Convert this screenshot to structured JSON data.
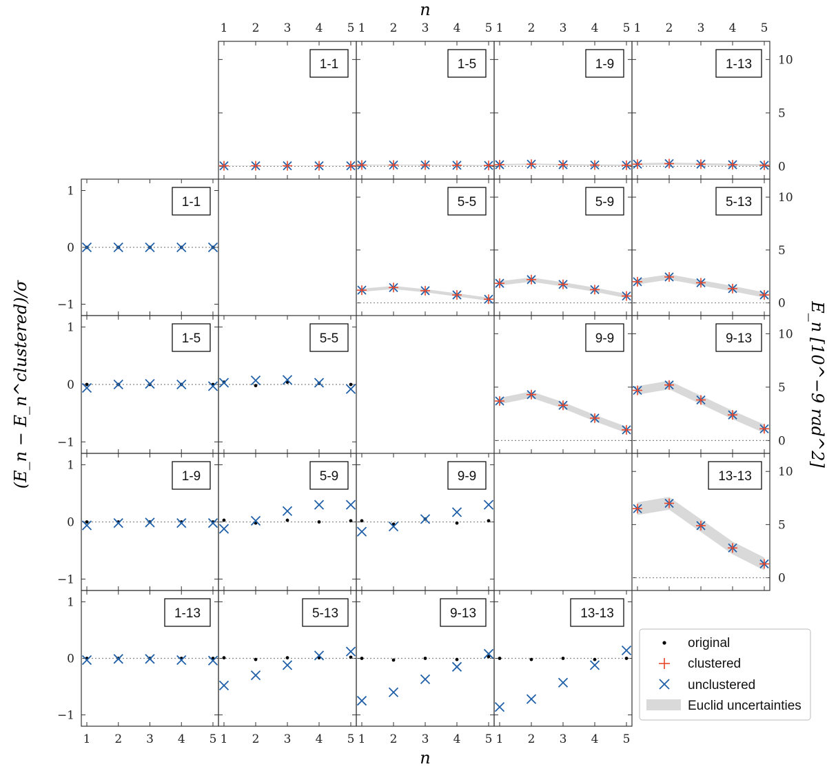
{
  "chart_data": {
    "type": "scatter",
    "x_label": "n",
    "x_ticks": [
      "1",
      "2",
      "3",
      "4",
      "5"
    ],
    "left_ylabel": "(E_n − E_n^clustered)/σ",
    "right_ylabel": "E_n [10^−9 rad^2]",
    "left_yticks": [
      "1",
      "0",
      "−1"
    ],
    "right_yticks": [
      "10",
      "5",
      "0"
    ],
    "left_ylim": [
      -1.2,
      1.2
    ],
    "right_ylim": [
      -1.2,
      11.7
    ],
    "legend": {
      "placement": "bottom-right",
      "original": "original",
      "clustered": "clustered",
      "unclustered": "unclustered",
      "euclid": "Euclid uncertainties"
    },
    "colors": {
      "clustered": "#e8462a",
      "unclustered": "#1f5fa8",
      "original": "#000000",
      "band": "#d9d9d9"
    },
    "upper_panels": [
      {
        "label": "1-1",
        "row": 0,
        "col": 1,
        "values": [
          0.05,
          0.05,
          0.05,
          0.05,
          0.05
        ],
        "err": [
          0.02,
          0.02,
          0.02,
          0.02,
          0.02
        ]
      },
      {
        "label": "1-5",
        "row": 0,
        "col": 2,
        "values": [
          0.12,
          0.12,
          0.12,
          0.1,
          0.08
        ],
        "err": [
          0.05,
          0.05,
          0.05,
          0.05,
          0.05
        ]
      },
      {
        "label": "1-9",
        "row": 0,
        "col": 3,
        "values": [
          0.15,
          0.2,
          0.15,
          0.12,
          0.1
        ],
        "err": [
          0.07,
          0.07,
          0.07,
          0.07,
          0.07
        ]
      },
      {
        "label": "1-13",
        "row": 0,
        "col": 4,
        "values": [
          0.2,
          0.25,
          0.2,
          0.15,
          0.1
        ],
        "err": [
          0.1,
          0.1,
          0.1,
          0.1,
          0.1
        ]
      },
      {
        "label": "5-5",
        "row": 1,
        "col": 2,
        "values": [
          1.2,
          1.45,
          1.15,
          0.75,
          0.35
        ],
        "err": [
          0.15,
          0.15,
          0.15,
          0.15,
          0.15
        ]
      },
      {
        "label": "5-9",
        "row": 1,
        "col": 3,
        "values": [
          1.85,
          2.2,
          1.75,
          1.25,
          0.65
        ],
        "err": [
          0.2,
          0.2,
          0.2,
          0.2,
          0.2
        ]
      },
      {
        "label": "5-13",
        "row": 1,
        "col": 4,
        "values": [
          2.0,
          2.45,
          1.9,
          1.35,
          0.75
        ],
        "err": [
          0.25,
          0.25,
          0.25,
          0.25,
          0.25
        ]
      },
      {
        "label": "9-9",
        "row": 2,
        "col": 3,
        "values": [
          3.7,
          4.3,
          3.3,
          2.1,
          1.0
        ],
        "err": [
          0.3,
          0.3,
          0.3,
          0.3,
          0.3
        ]
      },
      {
        "label": "9-13",
        "row": 2,
        "col": 4,
        "values": [
          4.7,
          5.2,
          3.8,
          2.4,
          1.1
        ],
        "err": [
          0.4,
          0.4,
          0.4,
          0.4,
          0.4
        ]
      },
      {
        "label": "13-13",
        "row": 3,
        "col": 4,
        "values": [
          6.5,
          7.0,
          4.9,
          2.8,
          1.3
        ],
        "err": [
          0.6,
          0.6,
          0.6,
          0.6,
          0.6
        ]
      }
    ],
    "lower_panels": [
      {
        "label": "1-1",
        "row": 1,
        "col": 0,
        "original": [
          0,
          0,
          0,
          0,
          0
        ],
        "unclustered": [
          0,
          0,
          0,
          0,
          0
        ]
      },
      {
        "label": "1-5",
        "row": 2,
        "col": 0,
        "original": [
          0,
          0,
          0,
          0,
          0
        ],
        "unclustered": [
          -0.06,
          0,
          0.01,
          0,
          -0.03
        ]
      },
      {
        "label": "5-5",
        "row": 2,
        "col": 1,
        "original": [
          0.04,
          -0.02,
          0.04,
          0.02,
          0.0
        ],
        "unclustered": [
          0.03,
          0.07,
          0.08,
          0.03,
          -0.08
        ]
      },
      {
        "label": "1-9",
        "row": 3,
        "col": 0,
        "original": [
          0,
          0,
          0,
          0,
          0
        ],
        "unclustered": [
          -0.06,
          -0.02,
          -0.01,
          -0.02,
          -0.02
        ]
      },
      {
        "label": "5-9",
        "row": 3,
        "col": 1,
        "original": [
          0.03,
          -0.02,
          0.03,
          0.0,
          0.02
        ],
        "unclustered": [
          -0.12,
          0.02,
          0.19,
          0.3,
          0.3
        ]
      },
      {
        "label": "9-9",
        "row": 3,
        "col": 2,
        "original": [
          0.02,
          -0.04,
          0.05,
          -0.02,
          0.02
        ],
        "unclustered": [
          -0.17,
          -0.08,
          0.05,
          0.17,
          0.3
        ]
      },
      {
        "label": "1-13",
        "row": 4,
        "col": 0,
        "original": [
          0,
          0,
          0,
          0,
          0
        ],
        "unclustered": [
          -0.03,
          -0.01,
          -0.01,
          -0.03,
          -0.04
        ]
      },
      {
        "label": "5-13",
        "row": 4,
        "col": 1,
        "original": [
          0.01,
          -0.02,
          0.01,
          0.01,
          0.02
        ],
        "unclustered": [
          -0.48,
          -0.3,
          -0.12,
          0.05,
          0.12
        ]
      },
      {
        "label": "9-13",
        "row": 4,
        "col": 2,
        "original": [
          0.0,
          -0.03,
          0.0,
          -0.02,
          0.03
        ],
        "unclustered": [
          -0.75,
          -0.6,
          -0.37,
          -0.15,
          0.08
        ]
      },
      {
        "label": "13-13",
        "row": 4,
        "col": 3,
        "original": [
          0.0,
          -0.02,
          0.0,
          -0.02,
          0.0
        ],
        "unclustered": [
          -0.86,
          -0.72,
          -0.43,
          -0.12,
          0.14
        ]
      }
    ]
  }
}
